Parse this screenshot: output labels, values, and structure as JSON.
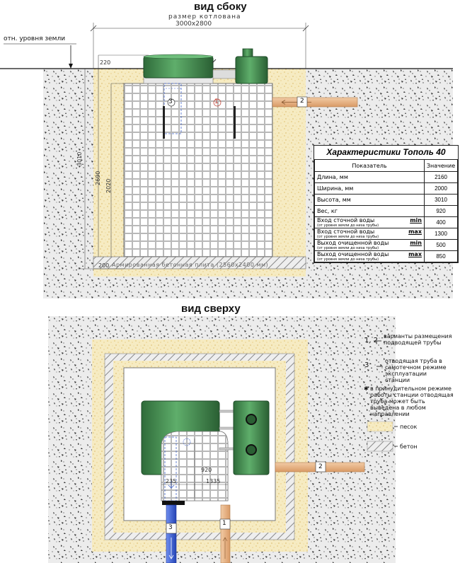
{
  "side_view": {
    "title": "вид сбоку",
    "pit_size_label": "размер котлована",
    "pit_size_value": "3000x2800",
    "ground_level_label": "отн. уровня земли",
    "dims": {
      "d220": "220",
      "d3010": "3010",
      "d2690": "2690",
      "d2020": "2020",
      "d200": "200"
    },
    "slab_label": "Армированная бетонная плита (2560x2400 мм)",
    "markers": {
      "m1": "1",
      "m2": "2",
      "m3": "3"
    }
  },
  "top_view": {
    "title": "вид сверху",
    "dims": {
      "d920": "920",
      "d235": "235",
      "d1335": "1335"
    },
    "markers": {
      "m1": "1",
      "m2": "2",
      "m3": "3"
    }
  },
  "spec_table": {
    "title": "Характеристики Тополь 40",
    "col_param": "Показатель",
    "col_value": "Значение",
    "rows": [
      {
        "label": "Длина, мм",
        "value": "2160"
      },
      {
        "label": "Ширина, мм",
        "value": "2000"
      },
      {
        "label": "Высота, мм",
        "value": "3010"
      },
      {
        "label": "Вес, кг",
        "value": "920"
      },
      {
        "label": "Вход сточной воды",
        "mark": "min",
        "note": "(от уровня земли до низа трубы)",
        "value": "400"
      },
      {
        "label": "Вход сточной воды",
        "mark": "max",
        "note": "(от уровня земли до низа трубы)",
        "value": "1300"
      },
      {
        "label": "Выход очищенной воды",
        "mark": "min",
        "note": "(от уровня земли до низа трубы)",
        "value": "500"
      },
      {
        "label": "Выход очищенной воды",
        "mark": "max",
        "note": "(от уровня земли до низа трубы)",
        "value": "850"
      }
    ]
  },
  "legend": {
    "l1_num": "1, 2",
    "l1_text": "варианты размещения подводящей трубы",
    "l3_num": "3",
    "l3_text": "отводящая труба в самотечном режиме эксплуатации станции",
    "note": "в принудительном режиме работы станции отводящая труба может быть выведена в любом направлении",
    "sand": "песок",
    "concrete": "бетон"
  },
  "colors": {
    "tank_green": "#3f8a4e",
    "sand": "#f3e6b4",
    "pipe_in": "#e9b88e",
    "pipe_out": "#3b5fd0",
    "soil": "#ececec"
  }
}
